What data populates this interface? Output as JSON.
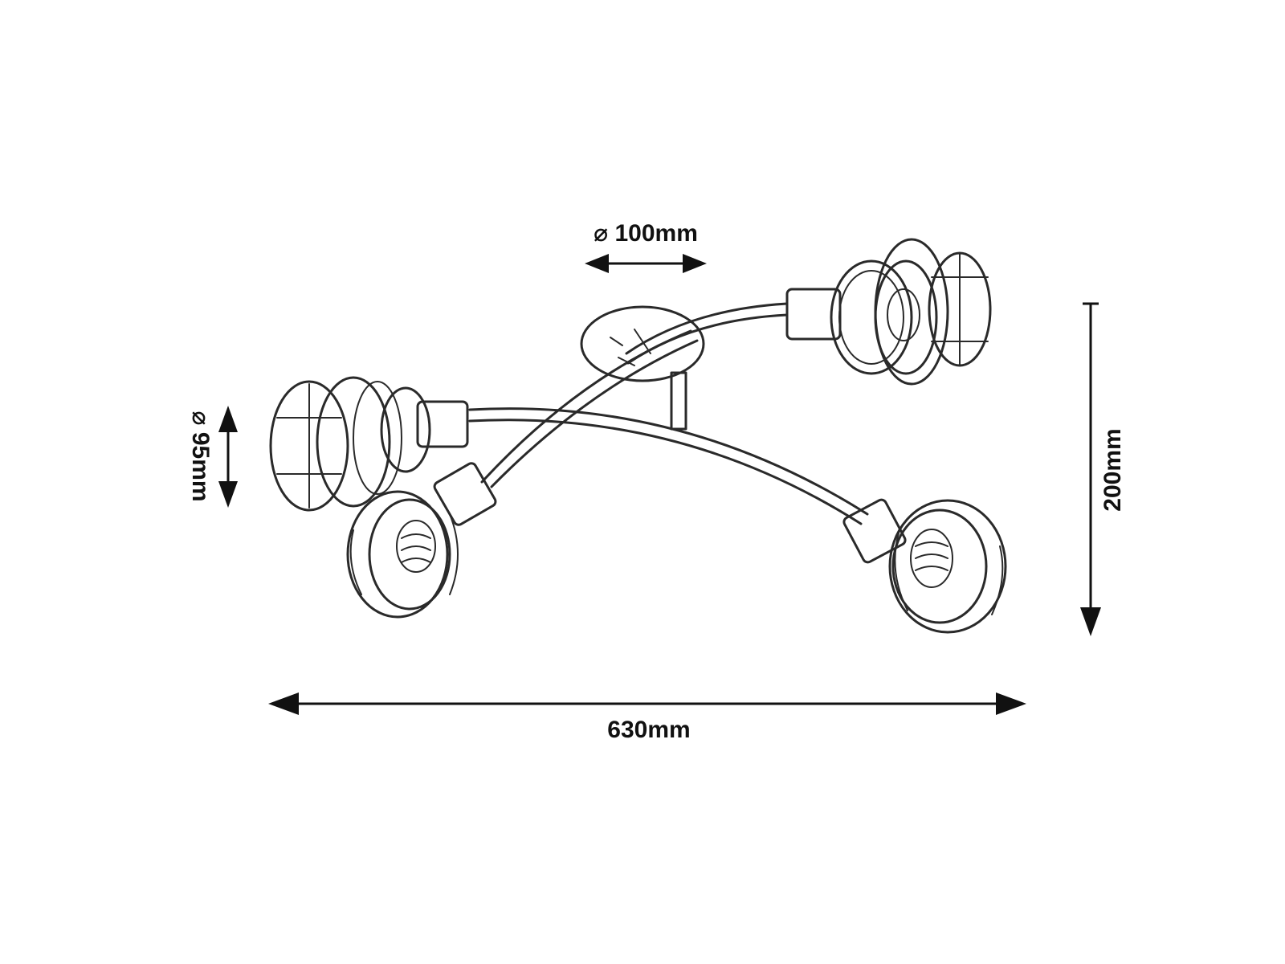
{
  "dimensions": {
    "base_diameter": "⌀ 100mm",
    "shade_diameter": "⌀ 95mm",
    "height": "200mm",
    "width": "630mm"
  },
  "colors": {
    "line": "#2a2a2a",
    "dimension": "#111111",
    "background": "#ffffff"
  }
}
